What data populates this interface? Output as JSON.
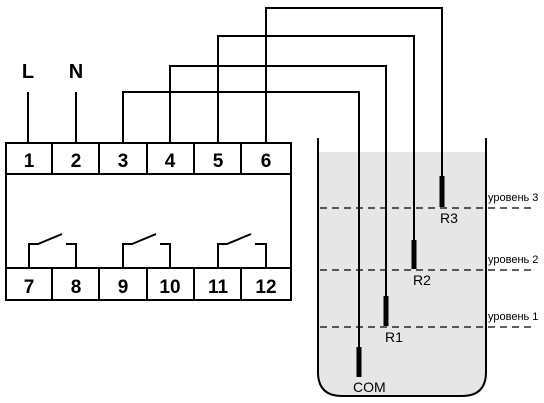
{
  "supply": {
    "line": "L",
    "neutral": "N"
  },
  "terminals_top": [
    "1",
    "2",
    "3",
    "4",
    "5",
    "6"
  ],
  "terminals_bottom": [
    "7",
    "8",
    "9",
    "10",
    "11",
    "12"
  ],
  "electrodes": {
    "common": "COM",
    "r1": "R1",
    "r2": "R2",
    "r3": "R3"
  },
  "levels": {
    "level1": "уровень 1",
    "level2": "уровень 2",
    "level3": "уровень 3"
  }
}
